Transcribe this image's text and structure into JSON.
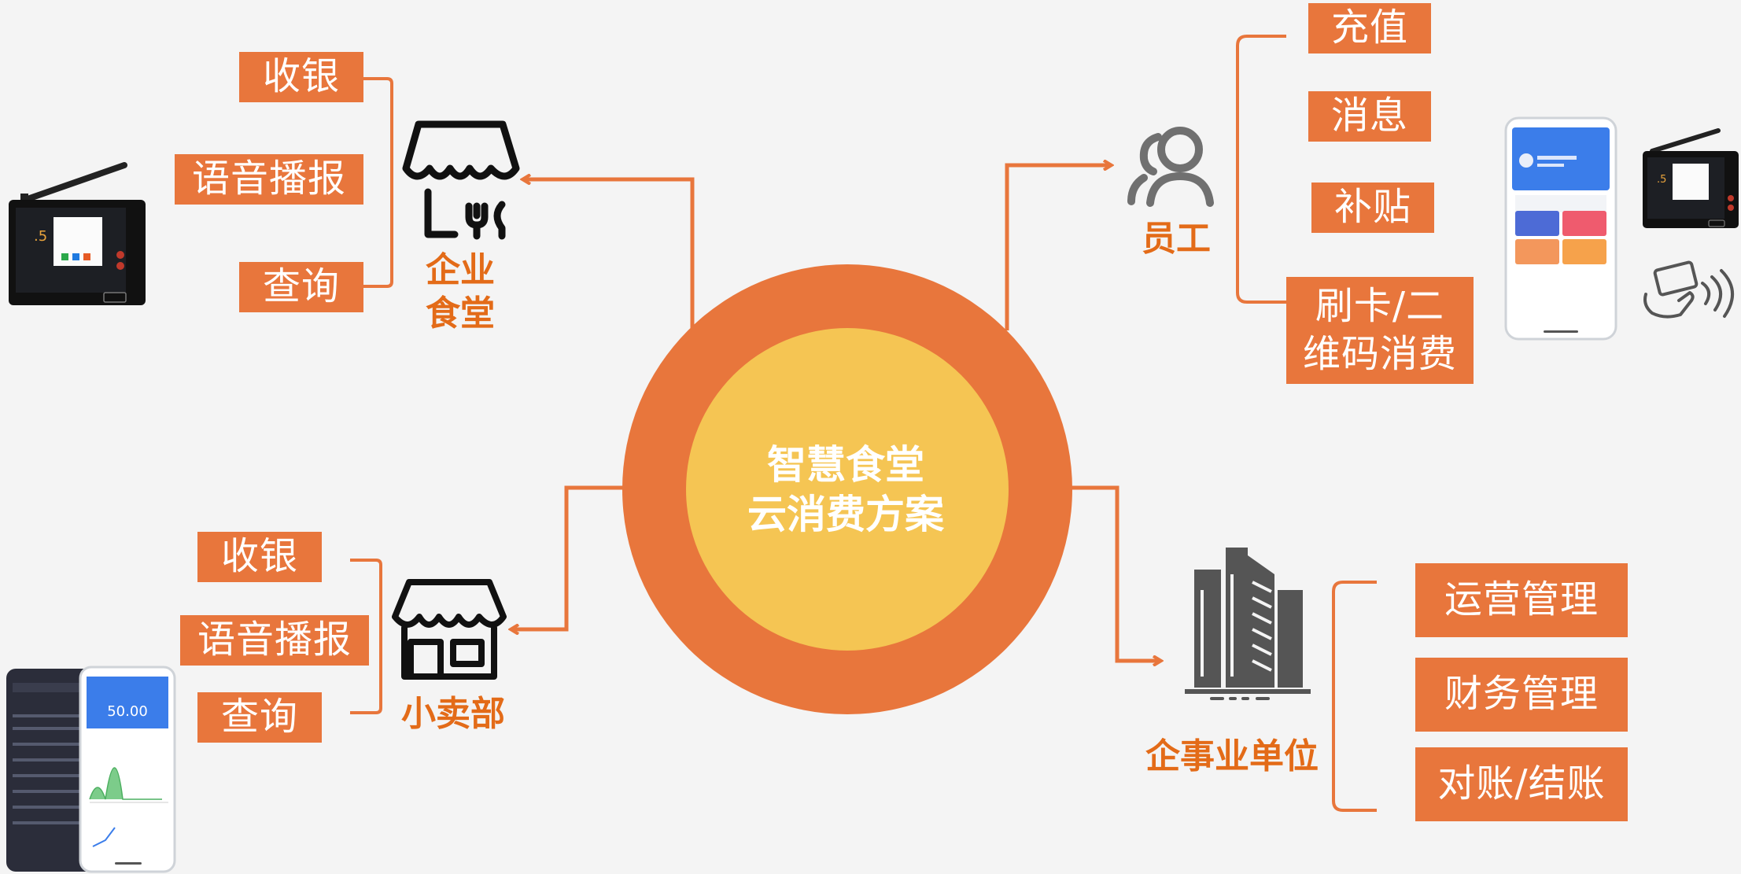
{
  "center": {
    "line1": "智慧食堂",
    "line2": "云消费方案"
  },
  "branches": {
    "canteen": {
      "label_line1": "企业",
      "label_line2": "食堂",
      "items": [
        "收银",
        "语音播报",
        "查询"
      ]
    },
    "staff": {
      "label": "员工",
      "items": [
        "充值",
        "消息",
        "补贴"
      ],
      "card_item_line1": "刷卡/二",
      "card_item_line2": "维码消费"
    },
    "shop": {
      "label": "小卖部",
      "items": [
        "收银",
        "语音播报",
        "查询"
      ]
    },
    "enterprise": {
      "label": "企事业单位",
      "items": [
        "运营管理",
        "财务管理",
        "对账/结账"
      ]
    }
  },
  "devices": {
    "pos_display_value": ".5",
    "phone_balance": "50.00"
  },
  "colors": {
    "accent": "#e8763c",
    "label_text": "#e36b18",
    "outer_ring": "#e8763c",
    "inner_disc": "#f5c553",
    "background": "#f4f4f4",
    "icon": "#111111",
    "staff_icon": "#707070"
  },
  "icons": [
    "restaurant-store-icon",
    "person-icon",
    "shop-store-icon",
    "office-building-icon",
    "nfc-card-tap-icon"
  ]
}
